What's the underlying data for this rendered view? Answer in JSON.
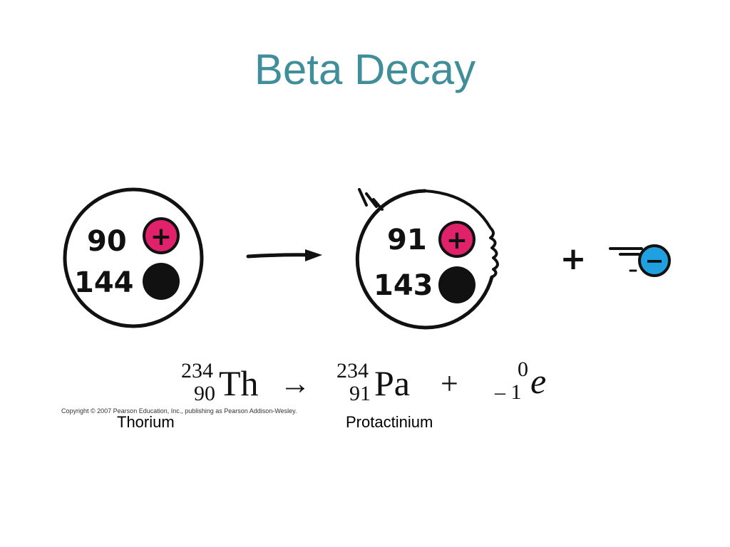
{
  "slide": {
    "title": "Beta Decay",
    "title_color": "#3f8e99"
  },
  "parent_nucleus": {
    "protons": "90",
    "neutrons": "144"
  },
  "daughter_nucleus": {
    "protons": "91",
    "neutrons": "143"
  },
  "symbols": {
    "proton_sign": "+",
    "electron_sign": "−",
    "plus": "+",
    "proton_color": "#e0226b",
    "neutron_color": "#111111",
    "electron_color": "#1fa0e0"
  },
  "equation": {
    "parent_mass": "234",
    "parent_atomic": "90",
    "parent_symbol": "Th",
    "arrow": "→",
    "daughter_mass": "234",
    "daughter_atomic": "91",
    "daughter_symbol": "Pa",
    "plus": "+",
    "electron_mass": "0",
    "electron_charge": "– 1",
    "electron_symbol": "e"
  },
  "copyright": "Copyright © 2007 Pearson Education, Inc., publishing as Pearson Addison-Wesley.",
  "captions": {
    "parent": "Thorium",
    "daughter": "Protactinium"
  }
}
